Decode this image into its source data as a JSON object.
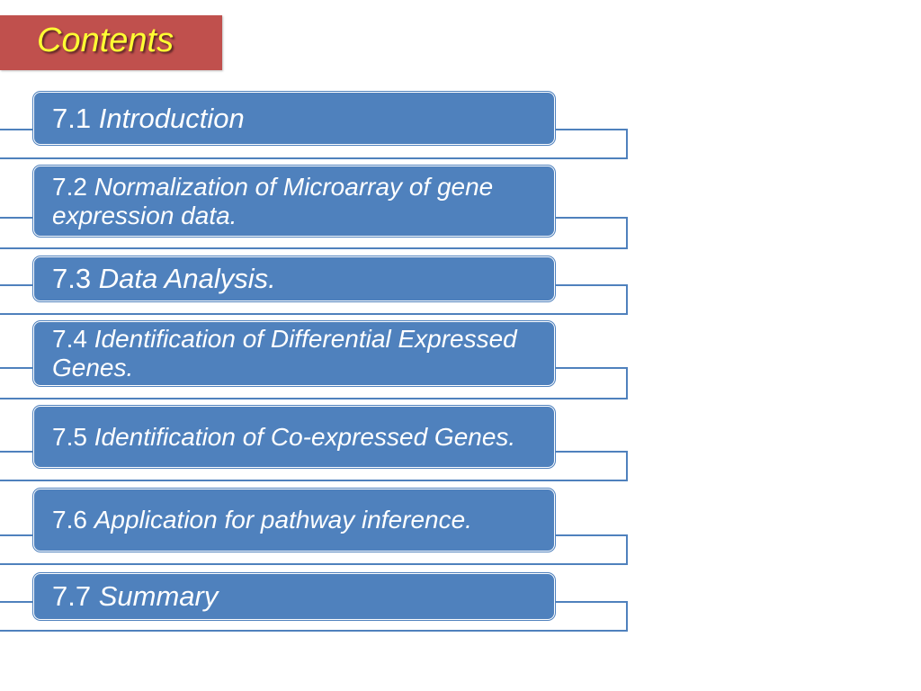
{
  "slide": {
    "title": "Contents",
    "items": [
      {
        "number": "7.1",
        "label": "Introduction"
      },
      {
        "number": "7.2",
        "label": "Normalization of Microarray of gene expression data."
      },
      {
        "number": "7.3",
        "label": "Data Analysis."
      },
      {
        "number": "7.4",
        "label": "Identification of Differential Expressed Genes."
      },
      {
        "number": "7.5",
        "label": "Identification of Co-expressed Genes."
      },
      {
        "number": "7.6",
        "label": "Application for pathway inference."
      },
      {
        "number": "7.7",
        "label": "Summary"
      }
    ]
  },
  "colors": {
    "title_bg": "#c0504d",
    "title_text": "#ffff33",
    "item_bg": "#4f81bd",
    "item_text": "#ffffff",
    "connector": "#4f81bd"
  }
}
